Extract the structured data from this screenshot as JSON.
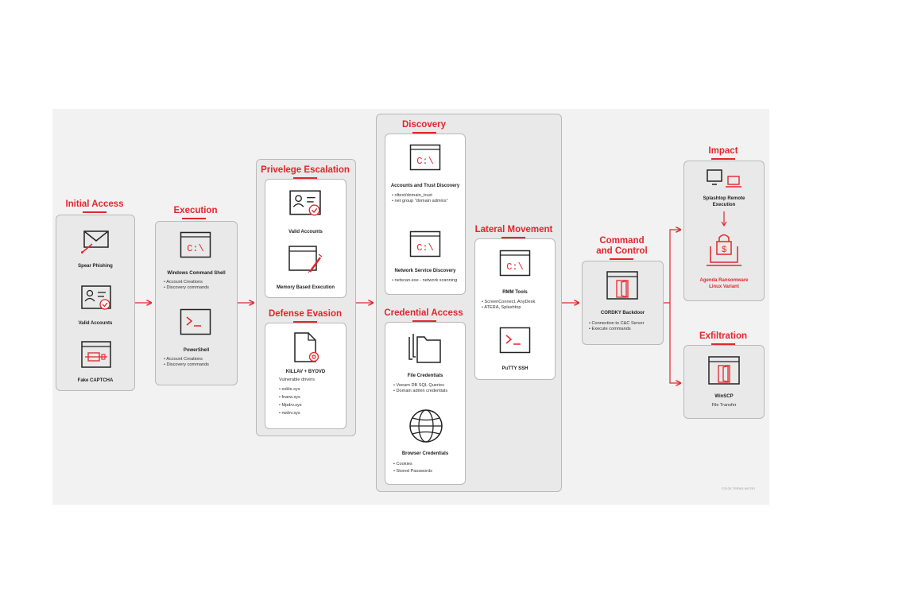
{
  "stages": {
    "initial_access": {
      "title": "Initial Access",
      "items": [
        {
          "label": "Spear Phishing",
          "icon": "envelope-icon"
        },
        {
          "label": "Valid Accounts",
          "icon": "id-card-icon"
        },
        {
          "label": "Fake CAPTCHA",
          "icon": "captcha-window-icon"
        }
      ]
    },
    "execution": {
      "title": "Execution",
      "items": [
        {
          "label": "Windows Command Shell",
          "icon": "cmd-window-icon",
          "bullets": [
            "Account Creations",
            "Discovery commands"
          ]
        },
        {
          "label": "PowerShell",
          "icon": "powershell-icon",
          "bullets": [
            "Account Creations",
            "Discovery commands"
          ]
        }
      ]
    },
    "privilege_escalation": {
      "title": "Privelege Escalation",
      "items": [
        {
          "label": "Valid Accounts",
          "icon": "id-card-icon"
        },
        {
          "label": "Memory Based Execution",
          "icon": "syringe-window-icon"
        }
      ]
    },
    "defense_evasion": {
      "title": "Defense Evasion",
      "items": [
        {
          "label": "KILLAV + BYOVD",
          "icon": "driver-file-icon",
          "subtitle": "Vulnerable drivers",
          "bullets": [
            "eskle.sys",
            "fnarw.sys",
            "Mpdrv.sys",
            "rwdrv.sys"
          ]
        }
      ]
    },
    "discovery": {
      "title": "Discovery",
      "items": [
        {
          "label": "Accounts and Trust Discovery",
          "icon": "cmd-window-icon",
          "bullets": [
            "nltest/domain_trust",
            "net group \"domain admins\""
          ]
        },
        {
          "label": "Network Service Discovery",
          "icon": "cmd-window-icon",
          "bullets": [
            "netscan.exe - network scanning"
          ]
        }
      ]
    },
    "credential_access": {
      "title": "Credential Access",
      "items": [
        {
          "label": "File Credentials",
          "icon": "folder-icon",
          "bullets": [
            "Veeam DB SQL Queries",
            "Domain admin credentials"
          ]
        },
        {
          "label": "Browser Credentials",
          "icon": "globe-icon",
          "bullets": [
            "Cookies",
            "Stored Passwords"
          ]
        }
      ]
    },
    "lateral_movement": {
      "title": "Lateral Movement",
      "items": [
        {
          "label": "RMM Tools",
          "icon": "cmd-window-icon",
          "bullets": [
            "ScreenConnect, AnyDesk",
            "ATERA, Splashtop"
          ]
        },
        {
          "label": "PuTTY SSH",
          "icon": "powershell-icon"
        }
      ]
    },
    "command_and_control": {
      "title_line1": "Command",
      "title_line2": "and Control",
      "items": [
        {
          "label": "CORDKY Backdoor",
          "icon": "door-window-icon",
          "bullets": [
            "Connection to C&C Server",
            "Execute commands"
          ]
        }
      ]
    },
    "impact": {
      "title": "Impact",
      "items": [
        {
          "label_line1": "Splashtop Remote",
          "label_line2": "Execution",
          "icon": "remote-devices-icon"
        },
        {
          "label_line1": "Agenda Ransomware",
          "label_line2": "Linux Variant",
          "icon": "ransomware-laptop-icon",
          "color": "#e3262d"
        }
      ]
    },
    "exfiltration": {
      "title": "Exfiltration",
      "items": [
        {
          "label": "WinSCP",
          "subtitle": "File Transfer",
          "icon": "door-window-icon"
        }
      ]
    }
  },
  "credit": "©2025 TREND MICRO",
  "colors": {
    "accent": "#e3262d",
    "stage_bg": "#e9e9e9",
    "card_bg": "#ffffff",
    "canvas_bg": "#f2f2f2"
  }
}
